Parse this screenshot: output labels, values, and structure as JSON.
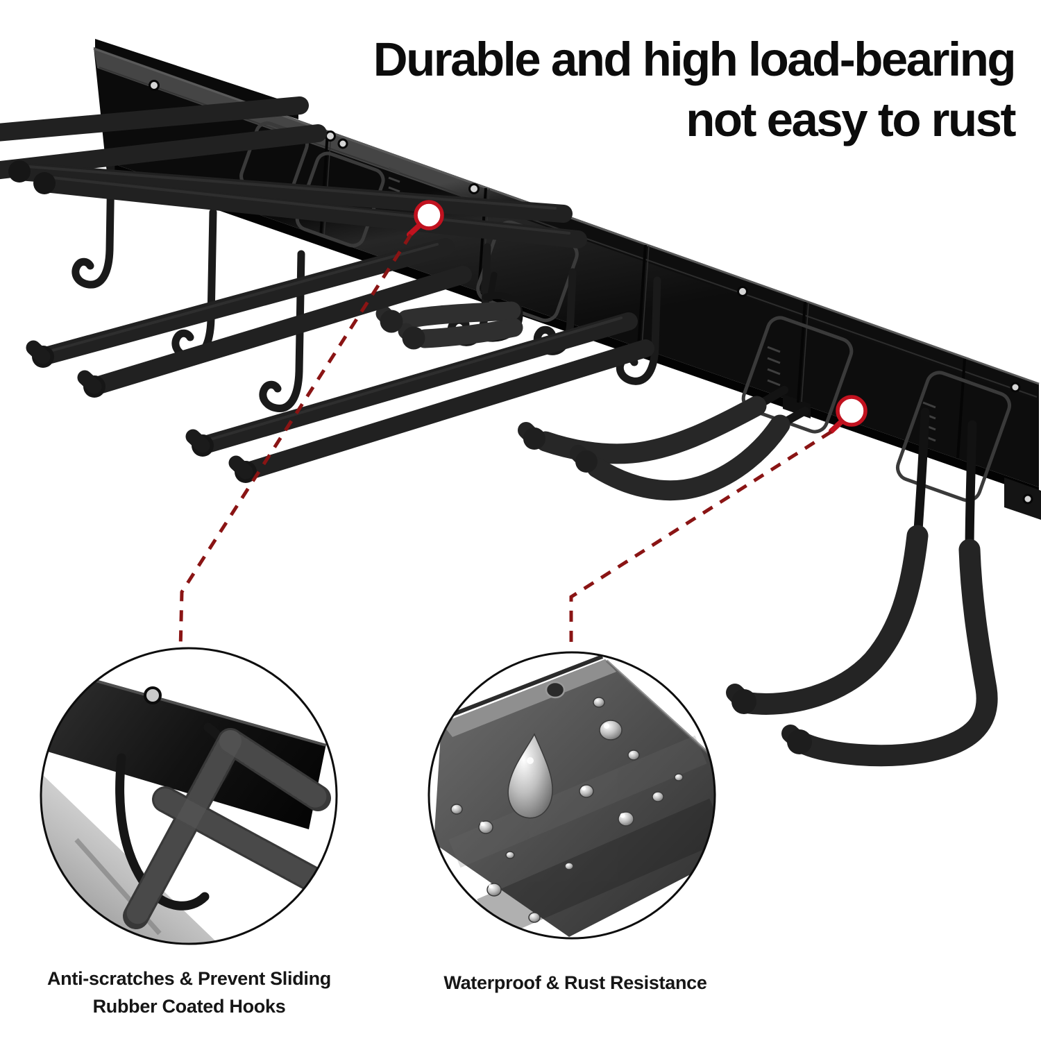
{
  "title": {
    "line1": "Durable and high load-bearing",
    "line2": "not easy to rust"
  },
  "callouts": [
    {
      "id": 1,
      "caption_line1": "Anti-scratches & Prevent Sliding",
      "caption_line2": "Rubber Coated Hooks",
      "subject": "close-up of rubber coated hook on rail"
    },
    {
      "id": 2,
      "caption": "Waterproof & Rust Resistance",
      "subject": "water droplets beading on black metal rail"
    }
  ],
  "colors": {
    "background": "#ffffff",
    "metal_black": "#161616",
    "foam_gray": "#2e2e2e",
    "accent_red": "#c1121f",
    "dashed_red": "#8a1414",
    "text": "#0d0d0d"
  }
}
